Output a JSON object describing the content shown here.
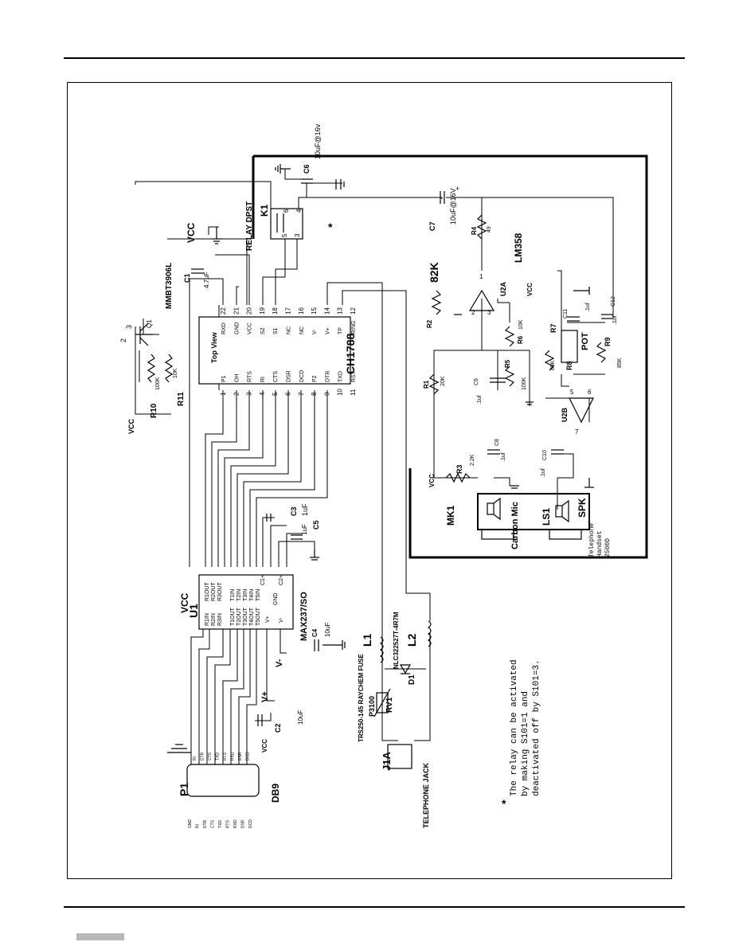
{
  "labels": {
    "vcc": "VCC",
    "vplus": "V+",
    "vminus": "V-",
    "gnd": "GND",
    "q1_part": "MMBT3906L",
    "q1": "Q1",
    "r10": "R10",
    "r10_val": "100K",
    "r11": "R11",
    "r11_val": "10K",
    "c1": "C1",
    "c1_val": "4.7uF",
    "relay": "RELAY DPST",
    "k1": "K1",
    "c6": "C6",
    "c6_val": "10uF@16v",
    "c7": "C7",
    "c7_val": "10uF@16V",
    "r4": "R4",
    "r4_val": "49",
    "lm358": "LM358",
    "r2_val": "82K",
    "r2": "R2",
    "u2a": "U2A",
    "r6": "R6",
    "r6_val": "10K",
    "r7": "R7",
    "r7_val": "POT",
    "c11": "C11",
    "c11_val": ".1uf",
    "c12": "C12",
    "c12_val": ".1uf",
    "r1": "R1",
    "r1_val": "20K",
    "c9": "C9",
    "c9_val": ".1uf",
    "r5": "R5",
    "r5_val": "100K",
    "r8": "R8",
    "r8_val": "85K",
    "r9": "R9",
    "r9_val": "85K",
    "u2b": "U2B",
    "c8": "C8",
    "c8_val": ".1uf",
    "c10": "C10",
    "c10_val": ".1uf",
    "r3": "R3",
    "r3_val": "2.2K",
    "mk1": "MK1",
    "ls1": "LS1",
    "spk": "SPK",
    "carbon_mic": "Carbon Mic",
    "handset": [
      "Telephone",
      "Handset",
      "2500D"
    ],
    "ch1788": "CH1788",
    "top_view": "Top View",
    "ch_left_pins": [
      {
        "n": "1",
        "s": "P1"
      },
      {
        "n": "2",
        "s": "OH"
      },
      {
        "n": "3",
        "s": "RTS"
      },
      {
        "n": "4",
        "s": "RI"
      },
      {
        "n": "5",
        "s": "CTS"
      },
      {
        "n": "6",
        "s": "DSR"
      },
      {
        "n": "7",
        "s": "DCD"
      },
      {
        "n": "8",
        "s": "P2"
      },
      {
        "n": "9",
        "s": "DTR"
      },
      {
        "n": "10",
        "s": "TXD"
      },
      {
        "n": "11",
        "s": "RST"
      }
    ],
    "ch_right_pins": [
      {
        "n": "22",
        "s": "RXD"
      },
      {
        "n": "21",
        "s": "GND"
      },
      {
        "n": "20",
        "s": "VCC"
      },
      {
        "n": "19",
        "s": "S2"
      },
      {
        "n": "18",
        "s": "S1"
      },
      {
        "n": "17",
        "s": "NC"
      },
      {
        "n": "16",
        "s": "NC"
      },
      {
        "n": "15",
        "s": "V-"
      },
      {
        "n": "14",
        "s": "V+"
      },
      {
        "n": "13",
        "s": "TP"
      },
      {
        "n": "12",
        "s": "RING"
      }
    ],
    "max237": "MAX237/SO",
    "u1": "U1",
    "u1_left": [
      "R1IN",
      "R2IN",
      "R3IN",
      "",
      "T1OUT",
      "T2OUT",
      "T3OUT",
      "T4OUT",
      "T5OUT"
    ],
    "u1_right": [
      "R1OUT",
      "R2OUT",
      "R3OUT",
      "",
      "T1IN",
      "T2IN",
      "T3IN",
      "T4IN",
      "T5IN"
    ],
    "c3": "C3",
    "c3_val": "1uF",
    "c5": "C5",
    "c5_val": "1uF",
    "c4": "C4",
    "c4_val": "10uF",
    "c2": "C2",
    "c2_val": "10uF",
    "p1": "P1",
    "db9": "DB9",
    "db9_pins": [
      "GND",
      "RI",
      "DTR",
      "CTS",
      "TXD",
      "RTS",
      "RXD",
      "DSR",
      "DCD"
    ],
    "db9_sigs": [
      "RI",
      "DTR",
      "CTS",
      "TXD",
      "RTS",
      "RXD",
      "DSR",
      "DCD"
    ],
    "l1": "L1",
    "l2": "L2",
    "nlc": "NLC322527T-4R7M",
    "d1": "D1",
    "rv1": "RV1",
    "p3100": "P3100",
    "fuse": "TRS250-145 RAYCHEM FUSE",
    "j1a": "J1A",
    "tel_jack": "TELEPHONE JACK",
    "star": "*",
    "note": [
      "The relay can be activated",
      "by making S101=1 and",
      "deactivated off by S101=3."
    ]
  }
}
